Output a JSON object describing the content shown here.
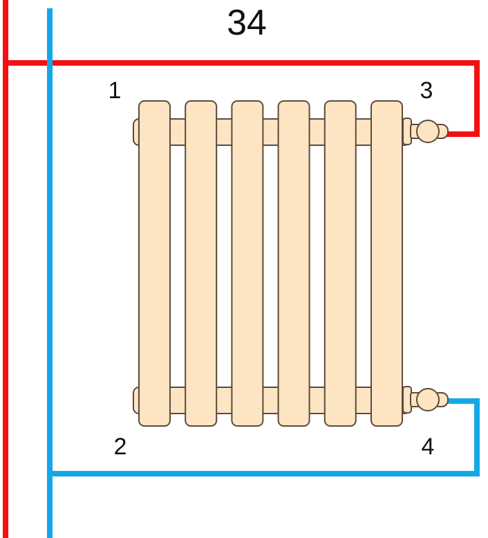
{
  "title": "34",
  "labels": {
    "p1": "1",
    "p2": "2",
    "p3": "3",
    "p4": "4"
  },
  "radiator": {
    "sections": 6
  },
  "colors": {
    "supply": "#f40f12",
    "return": "#12a8e8",
    "radiator_fill": "#fde4c3",
    "outline": "#5b4a3a"
  }
}
